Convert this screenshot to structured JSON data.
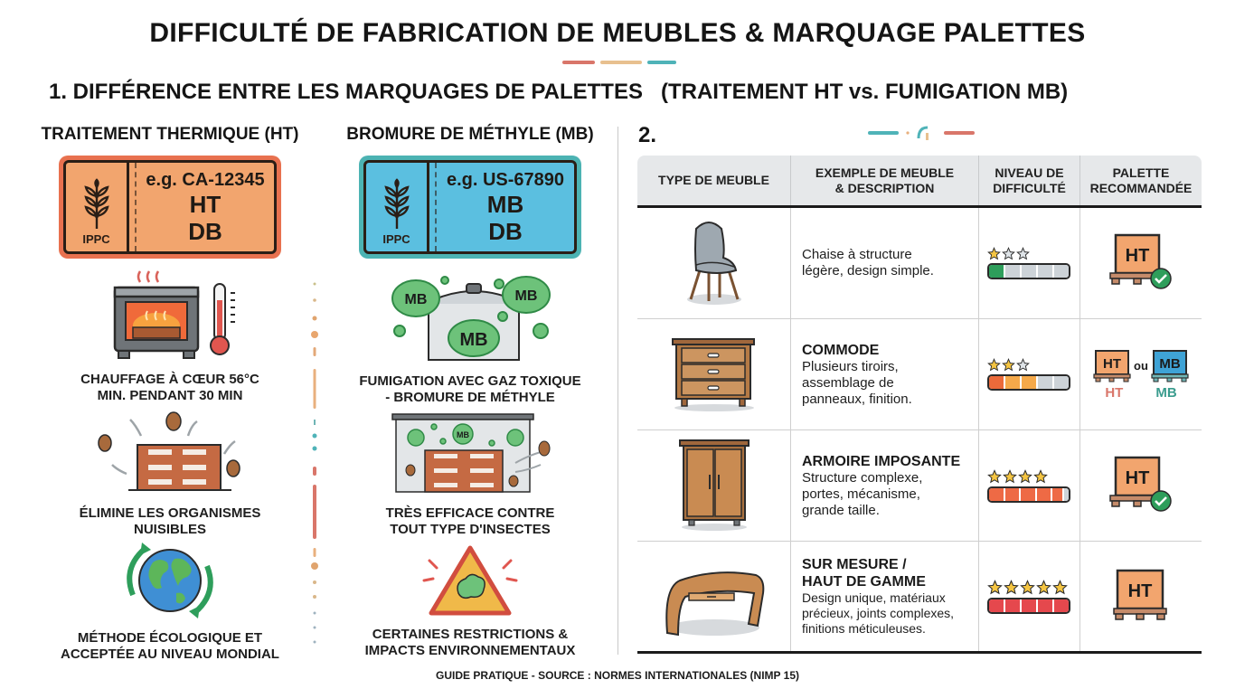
{
  "header": {
    "title": "DIFFICULTÉ DE FABRICATION DE MEUBLES & MARQUAGE PALETTES",
    "dash_colors": [
      "#d9766a",
      "#e8c08f",
      "#4fb3b8"
    ]
  },
  "section1": {
    "title": "1. DIFFÉRENCE ENTRE LES MARQUAGES DE PALETTES   (TRAITEMENT HT vs. FUMIGATION MB)",
    "ht": {
      "heading": "TRAITEMENT THERMIQUE (HT)",
      "label": {
        "ippc": "IPPC",
        "code": "e.g. CA-12345",
        "treatment": "HT",
        "db": "DB",
        "color": "#f2a56e",
        "border": "#e8714f"
      },
      "features": [
        {
          "icon": "oven-thermometer-icon",
          "caption_line1": "CHAUFFAGE À CŒUR 56°C",
          "caption_line2": "MIN. PENDANT 30 MIN"
        },
        {
          "icon": "pallet-pests-icon",
          "caption_line1": "ÉLIMINE LES ORGANISMES",
          "caption_line2": "NUISIBLES"
        },
        {
          "icon": "globe-recycle-icon",
          "caption_line1": "MÉTHODE ÉCOLOGIQUE ET",
          "caption_line2": "ACCEPTÉE AU NIVEAU MONDIAL"
        }
      ]
    },
    "mb": {
      "heading": "BROMURE DE MÉTHYLE (MB)",
      "label": {
        "ippc": "IPPC",
        "code": "e.g. US-67890",
        "treatment": "MB",
        "db": "DB",
        "color": "#5bbfe0",
        "border": "#4cb3b3"
      },
      "features": [
        {
          "icon": "gas-pot-icon",
          "cloud_text": "MB",
          "caption_line1": "FUMIGATION AVEC GAZ TOXIQUE",
          "caption_line2": "- BROMURE DE MÉTHYLE"
        },
        {
          "icon": "fumigation-chamber-icon",
          "cloud_text": "MB",
          "caption_line1": "TRÈS EFFICACE CONTRE",
          "caption_line2": "TOUT TYPE D'INSECTES"
        },
        {
          "icon": "warning-triangle-icon",
          "caption_line1": "CERTAINES RESTRICTIONS &",
          "caption_line2": "IMPACTS ENVIRONNEMENTAUX"
        }
      ]
    }
  },
  "section2": {
    "title": "2.",
    "table": {
      "headers": [
        {
          "line1": "TYPE DE MEUBLE",
          "line2": ""
        },
        {
          "line1": "EXEMPLE DE MEUBLE",
          "line2": "& DESCRIPTION"
        },
        {
          "line1": "NIVEAU DE",
          "line2": "DIFFICULTÉ"
        },
        {
          "line1": "PALETTE",
          "line2": "RECOMMANDÉE"
        }
      ],
      "rows": [
        {
          "image": "chair-icon",
          "name": "",
          "desc_lines": [
            "Chaise à structure",
            "légère, design simple."
          ],
          "stars_filled": 1,
          "stars_total": 3,
          "bar_filled": 1,
          "bar_colors": [
            "#2e9e5b"
          ],
          "palette": "HT",
          "palette_check": true
        },
        {
          "image": "dresser-icon",
          "name": "COMMODE",
          "desc_lines": [
            "Plusieurs tiroirs,",
            "assemblage de",
            "panneaux, finition."
          ],
          "stars_filled": 2,
          "stars_total": 3,
          "bar_filled": 3,
          "bar_colors": [
            "#eb6a3a",
            "#f5a94a",
            "#f5a94a"
          ],
          "palette": "HT",
          "palette_alt": "MB",
          "palette_or": "ou",
          "palette_check": false
        },
        {
          "image": "wardrobe-icon",
          "name": "ARMOIRE IMPOSANTE",
          "desc_lines": [
            "Structure complexe,",
            "portes, mécanisme,",
            "grande taille."
          ],
          "stars_filled": 4,
          "stars_total": 4,
          "bar_filled": 4,
          "bar_colors": [
            "#ee6a45",
            "#ee6a45",
            "#ee6a45",
            "#ee6a45"
          ],
          "palette": "HT",
          "palette_check": true
        },
        {
          "image": "bespoke-desk-icon",
          "name_line1": "SUR MESURE /",
          "name_line2": "HAUT DE GAMME",
          "desc_lines": [
            "Design unique, matériaux",
            "précieux, joints complexes,",
            "finitions méticuleuses."
          ],
          "stars_filled": 5,
          "stars_total": 5,
          "bar_filled": 5,
          "bar_colors": [
            "#e5484d",
            "#e5484d",
            "#e5484d",
            "#e5484d",
            "#e5484d"
          ],
          "palette": "HT",
          "palette_check": false
        }
      ]
    }
  },
  "footer": {
    "text": "GUIDE PRATIQUE - SOURCE : NORMES INTERNATIONALES (NIMP 15)"
  }
}
